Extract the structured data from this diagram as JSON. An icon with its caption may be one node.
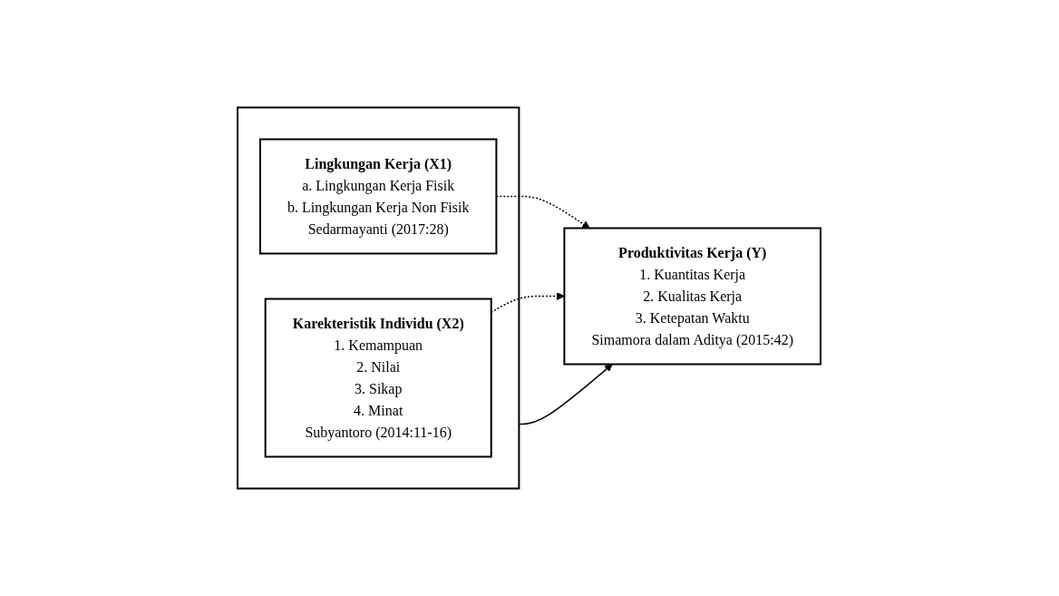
{
  "diagram": {
    "nodes": [
      {
        "text": [],
        "shape": "box"
      },
      {
        "text": [
          "Lingkungan Kerja (X1)",
          "a. Lingkungan Kerja Fisik",
          "b. Lingkungan Kerja Non Fisik",
          "Sedarmayanti (2017:28)"
        ],
        "in": 0
      },
      {
        "text": [
          "Karekteristik Individu (X2)",
          "1. Kemampuan",
          "2. Nilai",
          "3. Sikap",
          "4. Minat",
          "Subyantoro (2014:11-16)"
        ],
        "in": 0
      },
      {
        "text": [
          "Produktivitas Kerja (Y)",
          "1. Kuantitas Kerja",
          "2. Kualitas Kerja",
          "3. Ketepatan Waktu",
          "Simamora dalam Aditya (2015:42)"
        ]
      }
    ],
    "edges": [
      {
        "from": 1,
        "to": 3,
        "arrow": "to",
        "style": "dashed"
      },
      {
        "from": 0,
        "to": 3,
        "arrow": "to"
      },
      {
        "from": 2,
        "to": 3,
        "arrow": "to",
        "style": "dashed"
      }
    ]
  }
}
